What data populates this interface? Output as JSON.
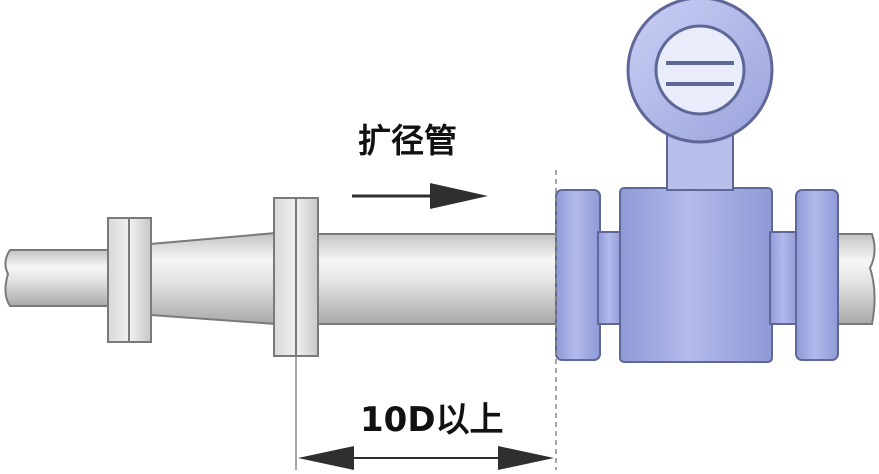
{
  "labels": {
    "reducer": "扩径管",
    "distance": "10D以上"
  },
  "colors": {
    "pipe_light": "#f4f4f4",
    "pipe_mid": "#d5d5d5",
    "pipe_dark": "#b4b4b4",
    "meter_body": "#a9b2e6",
    "meter_body_dark": "#8c96d0",
    "outline": "#6f6f6f",
    "arrow": "#2f2f2f"
  },
  "icons": {
    "flow_arrow": "arrow-right",
    "dimension_arrow": "double-arrow-horizontal"
  }
}
